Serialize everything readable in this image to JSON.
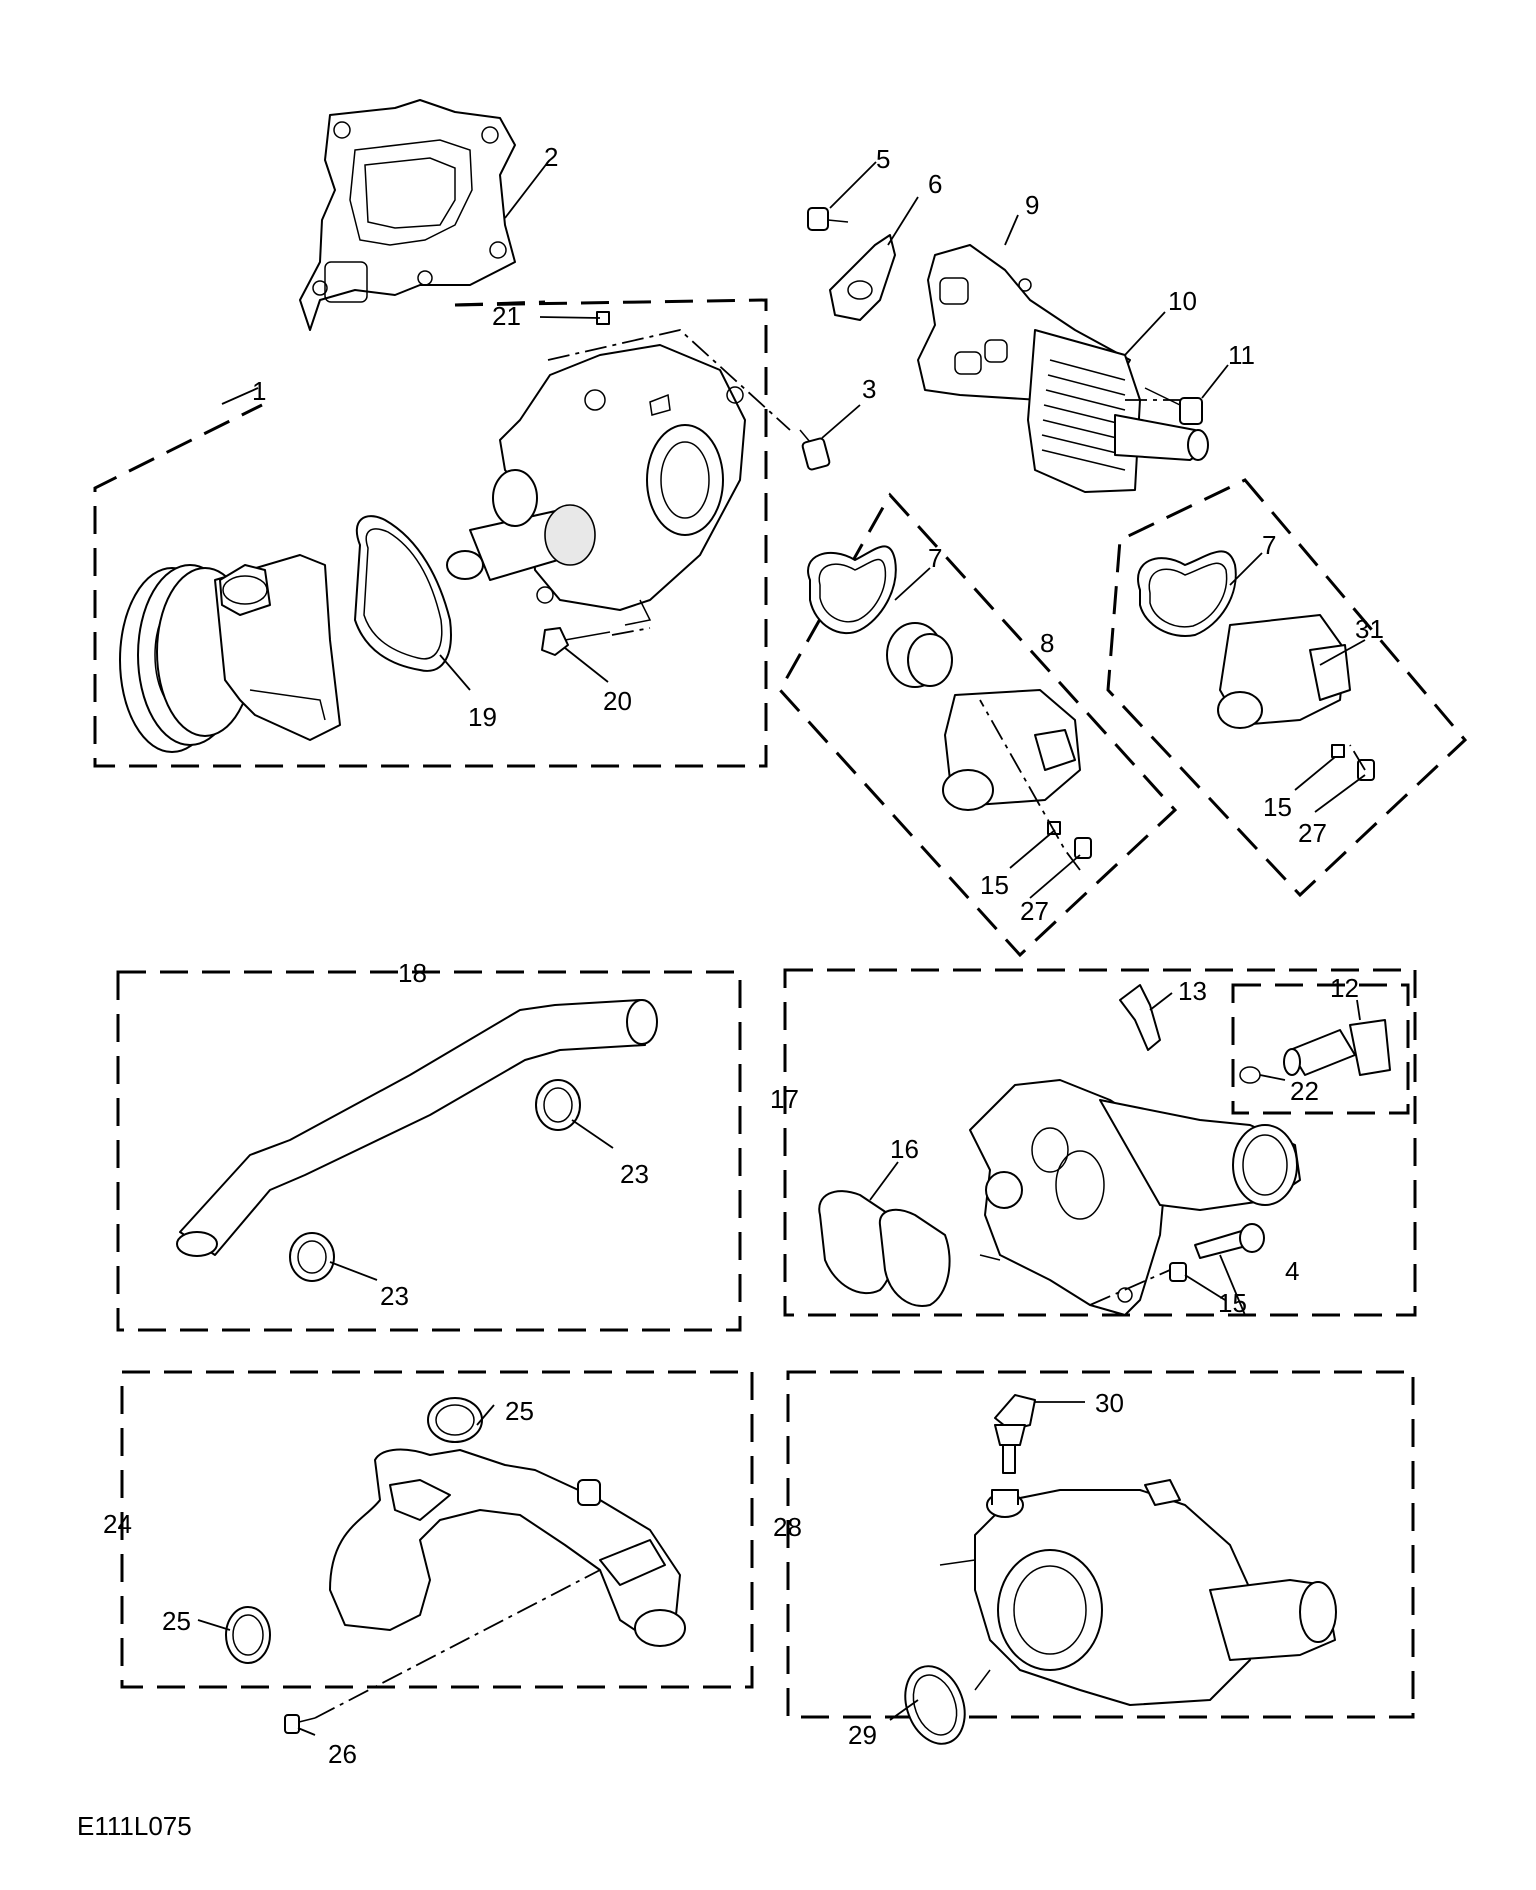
{
  "diagram": {
    "reference_code": "E111L075",
    "callouts": [
      "1",
      "2",
      "3",
      "4",
      "5",
      "6",
      "7",
      "7",
      "8",
      "9",
      "10",
      "11",
      "12",
      "13",
      "15",
      "15",
      "15",
      "16",
      "17",
      "18",
      "19",
      "20",
      "21",
      "22",
      "23",
      "23",
      "24",
      "25",
      "25",
      "26",
      "27",
      "27",
      "28",
      "29",
      "30",
      "31"
    ]
  }
}
